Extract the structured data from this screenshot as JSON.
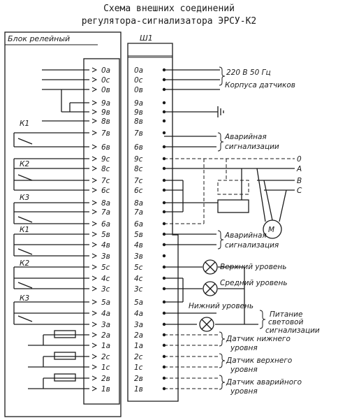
{
  "title": {
    "line1": "Схема внешних соединений",
    "line2": "регулятора-сигнализатора ЭРСУ-К2"
  },
  "relay_block": {
    "label": "Блок релейный",
    "pins": [
      "0а",
      "0с",
      "0в",
      "9а",
      "9в",
      "8в",
      "7в",
      "6в",
      "9с",
      "8с",
      "7с",
      "6с",
      "8а",
      "7а",
      "6а",
      "5в",
      "4в",
      "3в",
      "5с",
      "4с",
      "3с",
      "5а",
      "4а",
      "3а",
      "2а",
      "1а",
      "2с",
      "1с",
      "2в",
      "1в"
    ]
  },
  "relays": [
    "К1",
    "К2",
    "К3",
    "К1",
    "К2",
    "К3"
  ],
  "connector": {
    "label": "Ш1",
    "pins": [
      "0а",
      "0с",
      "0в",
      "9а",
      "9в",
      "8в",
      "7в",
      "6в",
      "9с",
      "8с",
      "7с",
      "6с",
      "8а",
      "7а",
      "6а",
      "5в",
      "4в",
      "3в",
      "5с",
      "4с",
      "3с",
      "5а",
      "4а",
      "3а",
      "2а",
      "1а",
      "2с",
      "1с",
      "2в",
      "1в"
    ]
  },
  "phases": [
    "0",
    "А",
    "В",
    "С"
  ],
  "motor_symbol": "М",
  "annotations": {
    "power": "220 В 50 Гц",
    "sensor_case": "Корпуса датчиков",
    "alarm1_a": "Аварийная",
    "alarm1_b": "сигнализации",
    "alarm2_a": "Аварийная",
    "alarm2_b": "сигнализация",
    "upper_level": "Верхний уровень",
    "middle_level": "Средний уровень",
    "lower_level": "Нижний уровень",
    "light_a": "Питание",
    "light_b": "световой",
    "light_c": "сигнализации",
    "sensor_low_a": "Датчик нижнего",
    "sensor_low_b": "уровня",
    "sensor_up_a": "Датчик верхнего",
    "sensor_up_b": "уровня",
    "sensor_alarm_a": "Датчик аварийного",
    "sensor_alarm_b": "уровня"
  }
}
